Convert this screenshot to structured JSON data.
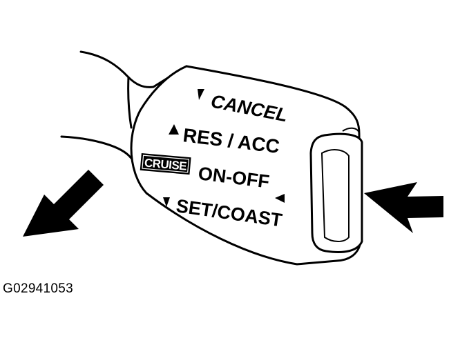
{
  "labels": {
    "cancel": "CANCEL",
    "res_acc": "RES / ACC",
    "cruise_badge": "CRUISE",
    "on_off": "ON-OFF",
    "set_coast": "SET/COAST"
  },
  "figure_code": "G02941053",
  "icons": [
    "triangle-pointer-icon",
    "arrow-out-icon",
    "arrow-in-icon"
  ],
  "colors": {
    "ink": "#000000",
    "paper": "#ffffff"
  }
}
